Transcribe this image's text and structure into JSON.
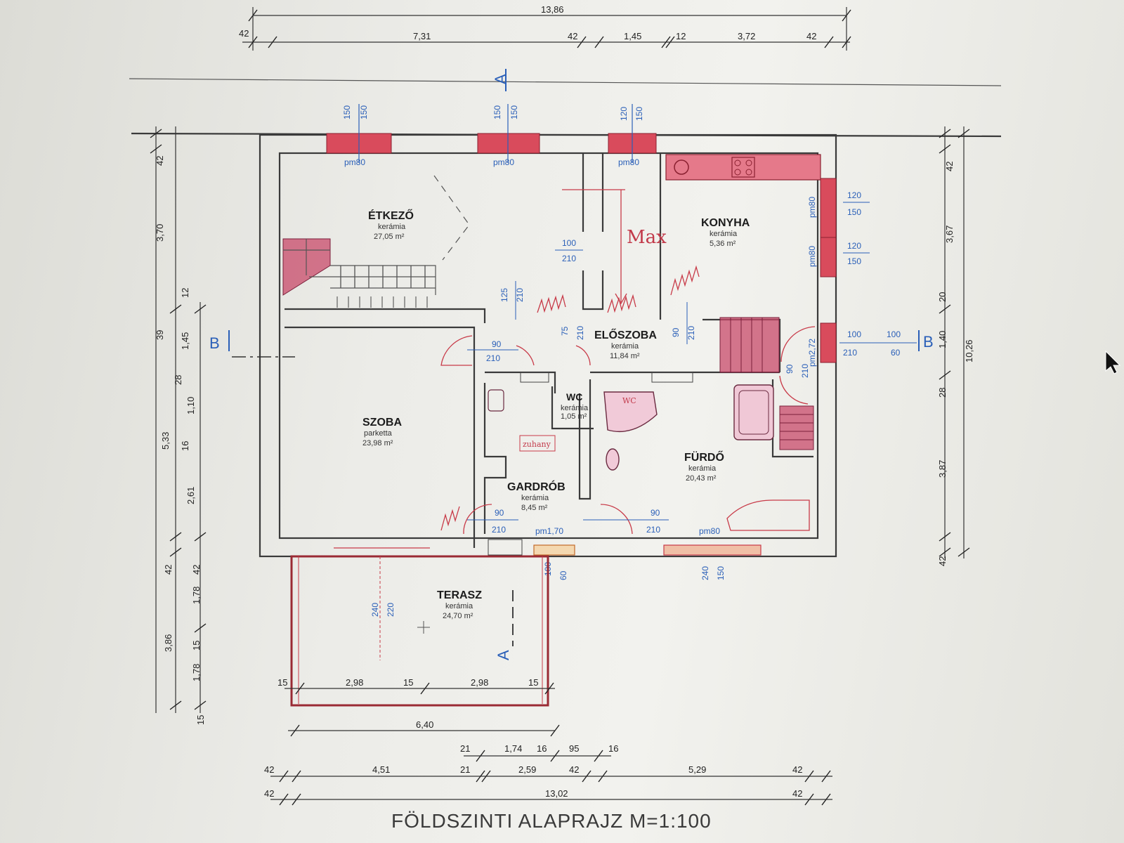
{
  "title": "FÖLDSZINTI ALAPRAJZ M=1:100",
  "section_labels": {
    "a_top": "A",
    "a_bottom": "A",
    "b_left": "B",
    "b_right": "B"
  },
  "handwritten_note": "Max",
  "rooms": [
    {
      "id": "etkezo",
      "name": "ÉTKEZŐ",
      "floor": "kerámia",
      "area": "27,05 m²"
    },
    {
      "id": "konyha",
      "name": "KONYHA",
      "floor": "kerámia",
      "area": "5,36 m²"
    },
    {
      "id": "eloszoba",
      "name": "ELŐSZOBA",
      "floor": "kerámia",
      "area": "11,84 m²"
    },
    {
      "id": "wc",
      "name": "WC",
      "floor": "kerámia",
      "area": "1,05 m²"
    },
    {
      "id": "szoba",
      "name": "SZOBA",
      "floor": "parketta",
      "area": "23,98 m²"
    },
    {
      "id": "furdo",
      "name": "FÜRDŐ",
      "floor": "kerámia",
      "area": "20,43 m²"
    },
    {
      "id": "gardrob",
      "name": "GARDRÓB",
      "floor": "kerámia",
      "area": "8,45 m²"
    },
    {
      "id": "terasz",
      "name": "TERASZ",
      "floor": "kerámia",
      "area": "24,70 m²"
    }
  ],
  "dims_top": [
    "13,86",
    "42",
    "7,31",
    "42",
    "1,45",
    "12",
    "3,72",
    "42"
  ],
  "dims_bottom": [
    "6,40",
    "15",
    "2,98",
    "15",
    "2,98",
    "15",
    "21",
    "1,74",
    "16",
    "95",
    "16",
    "42",
    "4,51",
    "21",
    "2,59",
    "42",
    "5,29",
    "42",
    "42",
    "13,02",
    "42"
  ],
  "dims_left": [
    "42",
    "3,70",
    "12",
    "39",
    "1,45",
    "28",
    "1,10",
    "16",
    "2,61",
    "5,33",
    "42",
    "42",
    "1,78",
    "15",
    "1,78",
    "3,86",
    "15"
  ],
  "dims_right": [
    "42",
    "3,67",
    "20",
    "1,40",
    "28",
    "3,87",
    "10,26",
    "42"
  ],
  "openings": {
    "win1": [
      "150",
      "150",
      "pm80"
    ],
    "win2": [
      "150",
      "150",
      "pm80"
    ],
    "win3": [
      "120",
      "150",
      "pm80"
    ],
    "kwin1": [
      "pm80",
      "120",
      "150"
    ],
    "kwin2": [
      "pm80",
      "120",
      "150"
    ],
    "door_etk": [
      "100",
      "210"
    ],
    "door_hall": [
      "125",
      "210"
    ],
    "door_wc": [
      "75",
      "210"
    ],
    "door_konyha": [
      "90",
      "210"
    ],
    "door_szoba": [
      "90",
      "210"
    ],
    "door_entry": [
      "100",
      "210",
      "100",
      "60",
      "pm2,72"
    ],
    "door_bath_side": [
      "90",
      "210"
    ],
    "door_gardrob": [
      "90",
      "210"
    ],
    "door_furdo": [
      "90",
      "210"
    ],
    "terrace_door": [
      "pm1,70",
      "100",
      "60"
    ],
    "bath_window": [
      "pm80",
      "240",
      "150"
    ],
    "terrace_glass": [
      "240",
      "220"
    ]
  },
  "fixtures": {
    "shower_note": "zuhany",
    "wc_note": "WC"
  },
  "colors": {
    "window": "#d94b5c",
    "stair": "#c84a6a",
    "dimension_blue": "#2a5fb8",
    "sketch_red": "#c23a4a"
  }
}
